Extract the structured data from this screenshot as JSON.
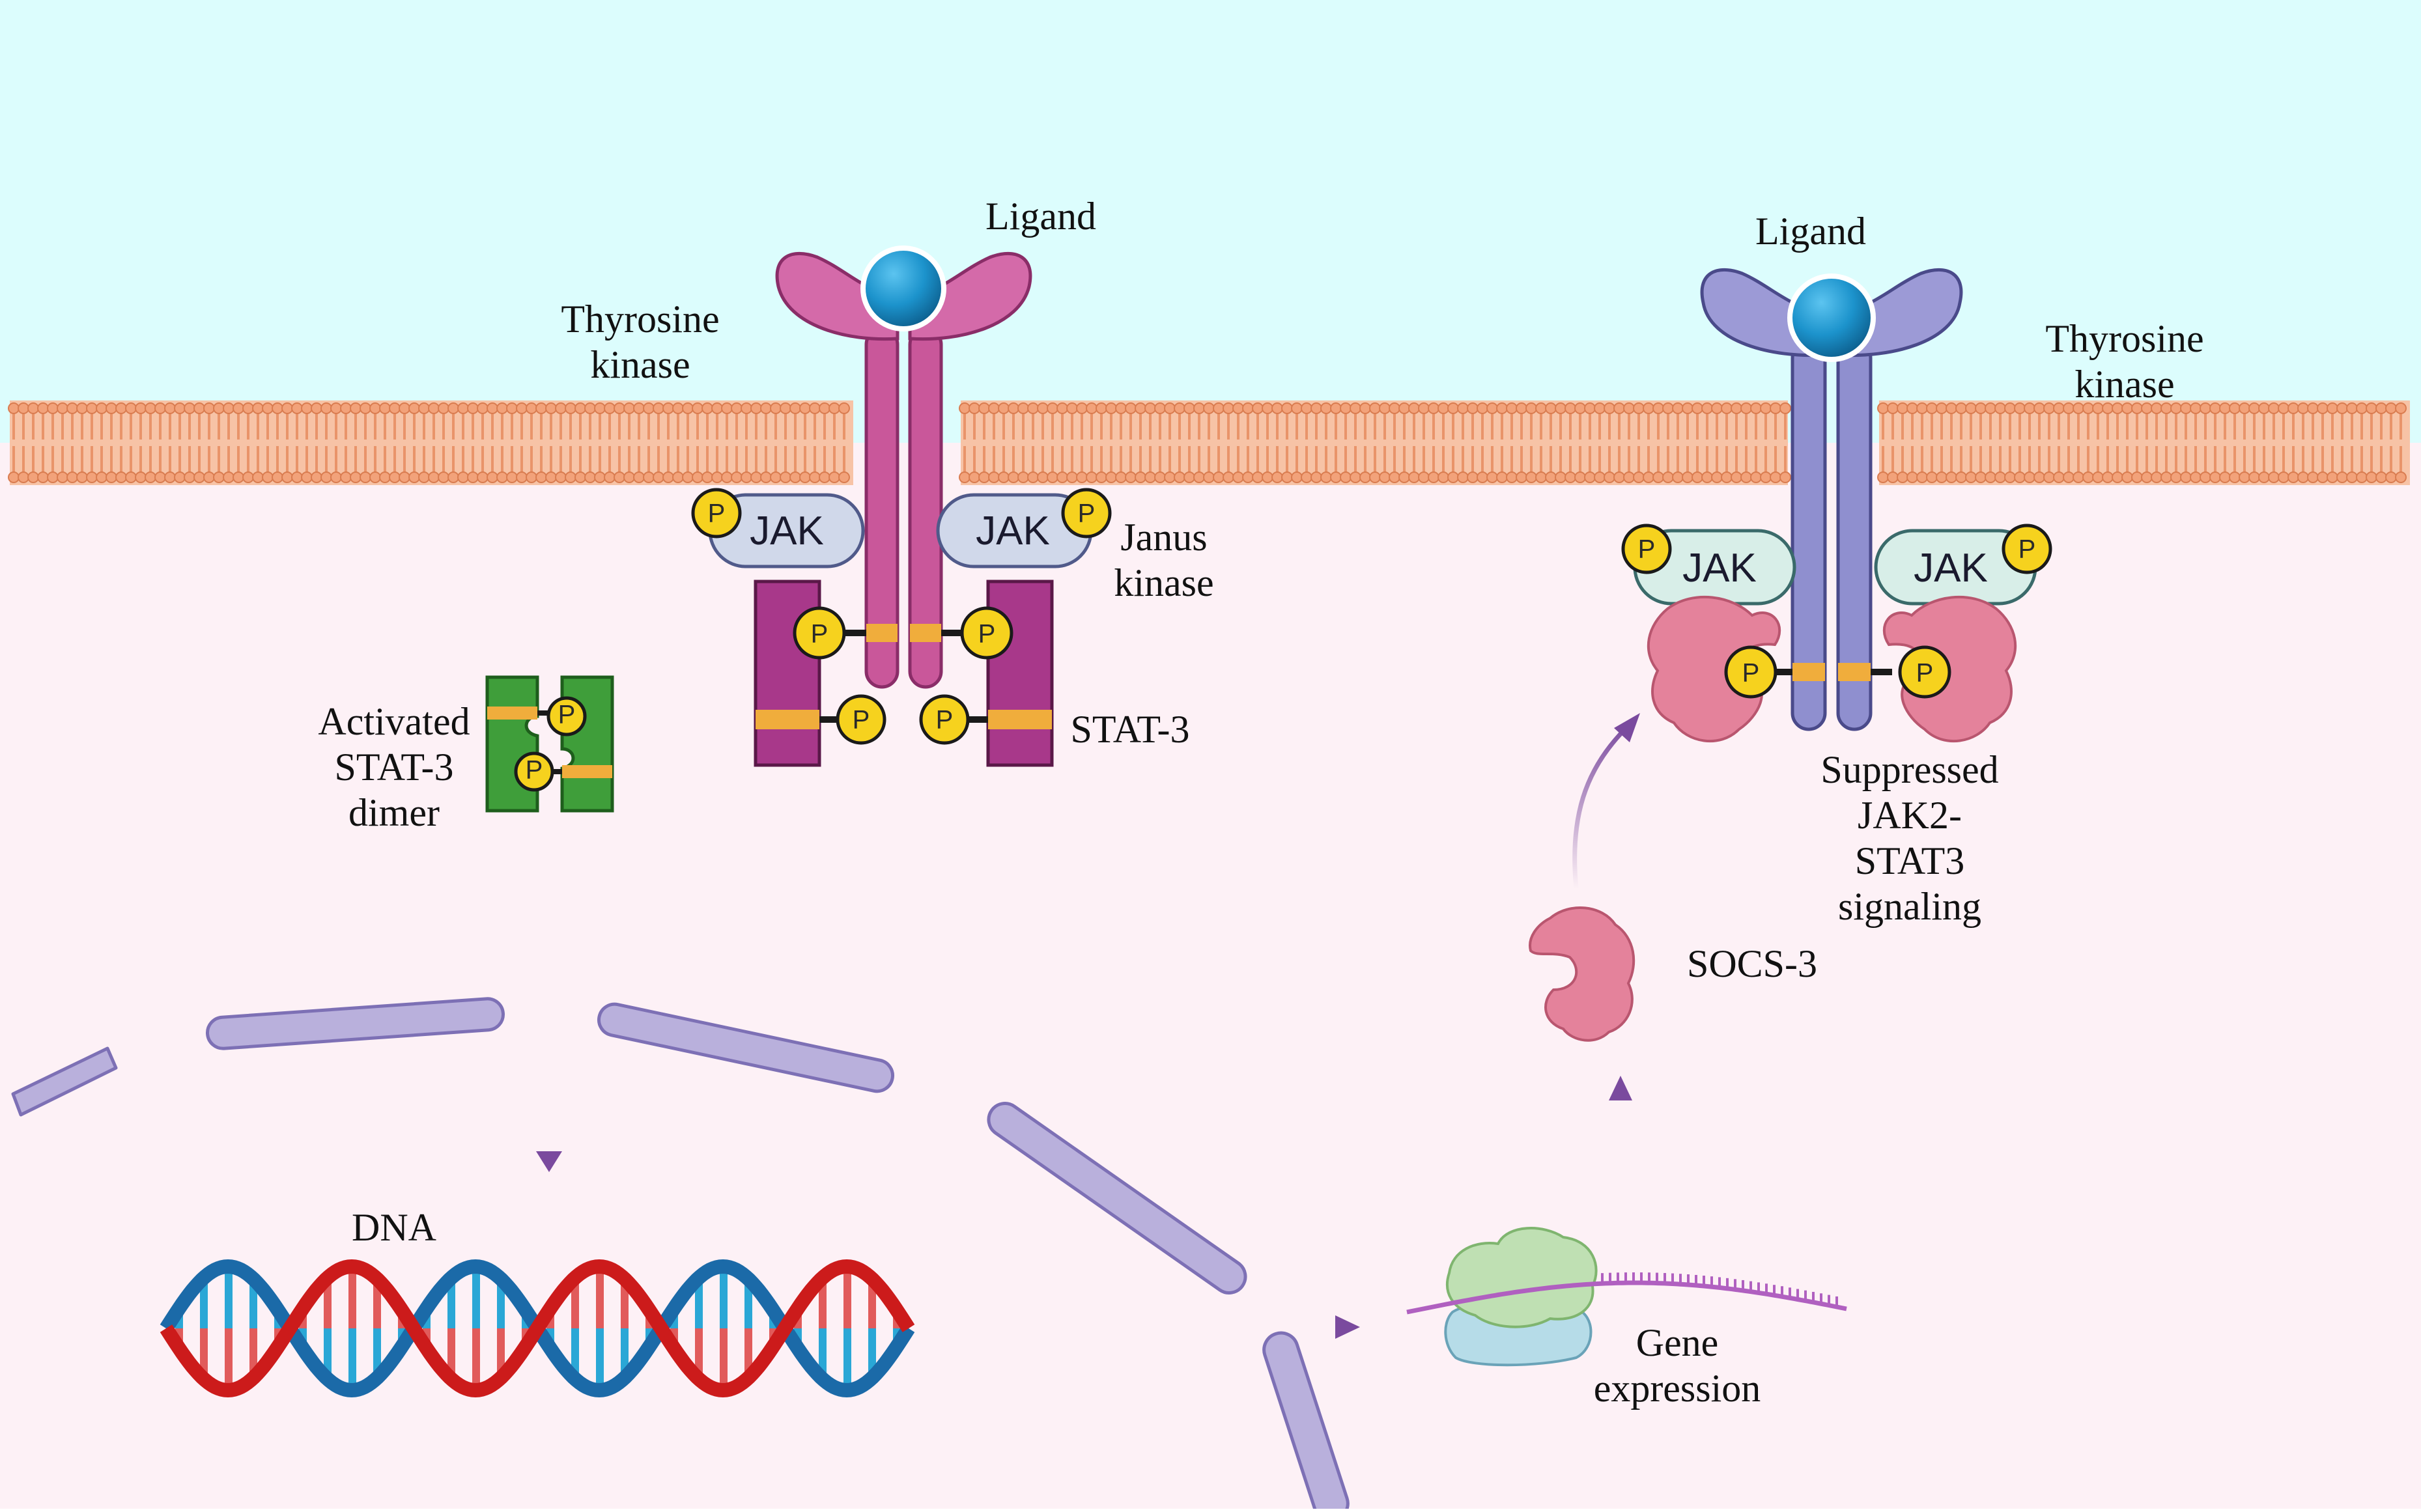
{
  "labels": {
    "ligand_left": "Ligand",
    "ligand_right": "Ligand",
    "tyrosine_kinase_left": [
      "Thyrosine",
      "kinase"
    ],
    "tyrosine_kinase_right": [
      "Thyrosine",
      "kinase"
    ],
    "janus_kinase": [
      "Janus",
      "kinase"
    ],
    "stat3": "STAT-3",
    "activated_dimer": [
      "Activated",
      "STAT-3",
      "dimer"
    ],
    "dna": "DNA",
    "gene_expression": [
      "Gene",
      "expression"
    ],
    "socs3": "SOCS-3",
    "suppressed": [
      "Suppressed",
      "JAK2-",
      "STAT3",
      "signaling"
    ],
    "jak": "JAK",
    "phospho": "P"
  },
  "colors": {
    "extracellular": "#dcfdfd",
    "cytoplasm": "#fdf1f6",
    "membrane": "#f2a27a",
    "ligand": "#1c93cc",
    "receptor_left": "#c9579a",
    "receptor_right": "#8f8fcf",
    "stat3": "#a8388a",
    "dimer": "#3f9e3a",
    "phosphate": "#f6d21e",
    "linker": "#f0ad3c",
    "socs3": "#e4829b",
    "nucleus": "#b9b0dc",
    "arrow": "#7a4a9e",
    "dna_red": "#cc1b1b",
    "dna_blue": "#1b6aa8"
  }
}
